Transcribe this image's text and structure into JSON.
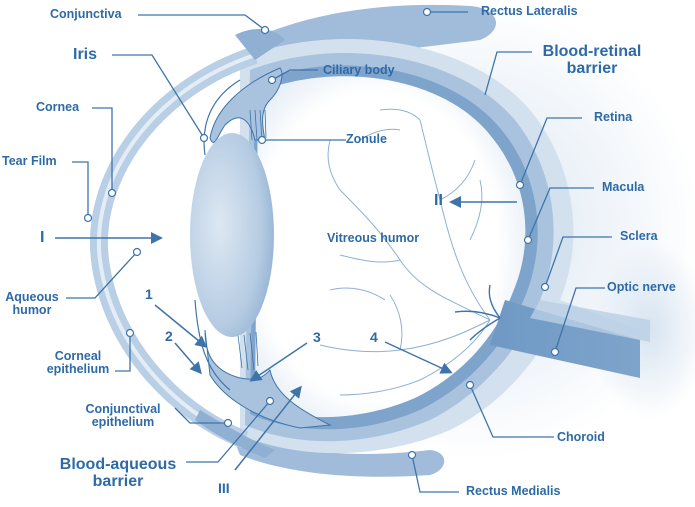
{
  "colors": {
    "label": "#2e6aa6",
    "line": "#3f74ab",
    "tissue_dark": "#7ea4cb",
    "tissue_mid": "#a9c3de",
    "tissue_light": "#d3e1ef",
    "vessel": "#8fb0d3"
  },
  "labels": {
    "conjunctiva": "Conjunctiva",
    "iris": "Iris",
    "cornea": "Cornea",
    "tear_film": "Tear Film",
    "aqueous_humor_1": "Aqueous",
    "aqueous_humor_2": "humor",
    "corneal_epithelium_1": "Corneal",
    "corneal_epithelium_2": "epithelium",
    "conjunctival_epithelium_1": "Conjunctival",
    "conjunctival_epithelium_2": "epithelium",
    "blood_aqueous_1": "Blood-aqueous",
    "blood_aqueous_2": "barrier",
    "ciliary_body": "Ciliary body",
    "zonule": "Zonule",
    "vitreous_humor": "Vitreous humor",
    "rectus_lateralis": "Rectus Lateralis",
    "blood_retinal_1": "Blood-retinal",
    "blood_retinal_2": "barrier",
    "retina": "Retina",
    "macula": "Macula",
    "sclera": "Sclera",
    "optic_nerve": "Optic nerve",
    "choroid": "Choroid",
    "rectus_medialis": "Rectus Medialis"
  },
  "routes": {
    "I": "I",
    "II": "II",
    "III": "III",
    "n1": "1",
    "n2": "2",
    "n3": "3",
    "n4": "4"
  }
}
